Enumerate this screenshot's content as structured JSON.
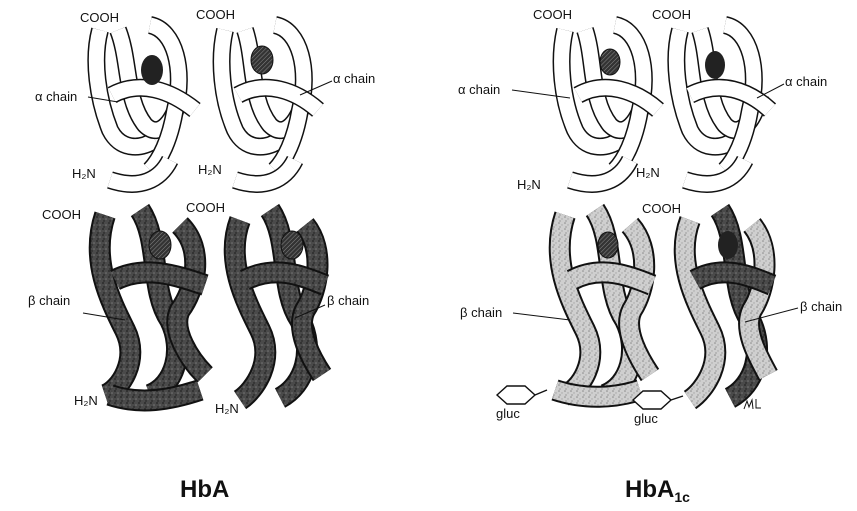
{
  "panels": [
    {
      "title": "HbA",
      "subscript": "",
      "labels": {
        "cooh_top_left": "COOH",
        "cooh_top_right": "COOH",
        "alpha_left": "α chain",
        "alpha_right": "α chain",
        "h2n_alpha_left": "H₂N",
        "h2n_alpha_right": "H₂N",
        "cooh_beta_left": "COOH",
        "cooh_beta_right": "COOH",
        "beta_left": "β chain",
        "beta_right": "β chain",
        "h2n_beta_left": "H₂N",
        "h2n_beta_right": "H₂N"
      }
    },
    {
      "title": "HbA",
      "subscript": "1c",
      "labels": {
        "cooh_top_left": "COOH",
        "cooh_top_right": "COOH",
        "alpha_left": "α chain",
        "alpha_right": "α chain",
        "h2n_alpha_left": "H₂N",
        "h2n_alpha_right": "H₂N",
        "cooh_beta_right": "COOH",
        "beta_left": "β chain",
        "beta_right": "β chain",
        "gluc_left": "gluc",
        "gluc_right": "gluc"
      }
    }
  ],
  "colors": {
    "outline": "#111111",
    "alpha_fill": "#ffffff",
    "beta_hba": "#4a4a4a",
    "beta_hba1c": "#c9c9c9",
    "heme": "#2a2a2a"
  }
}
